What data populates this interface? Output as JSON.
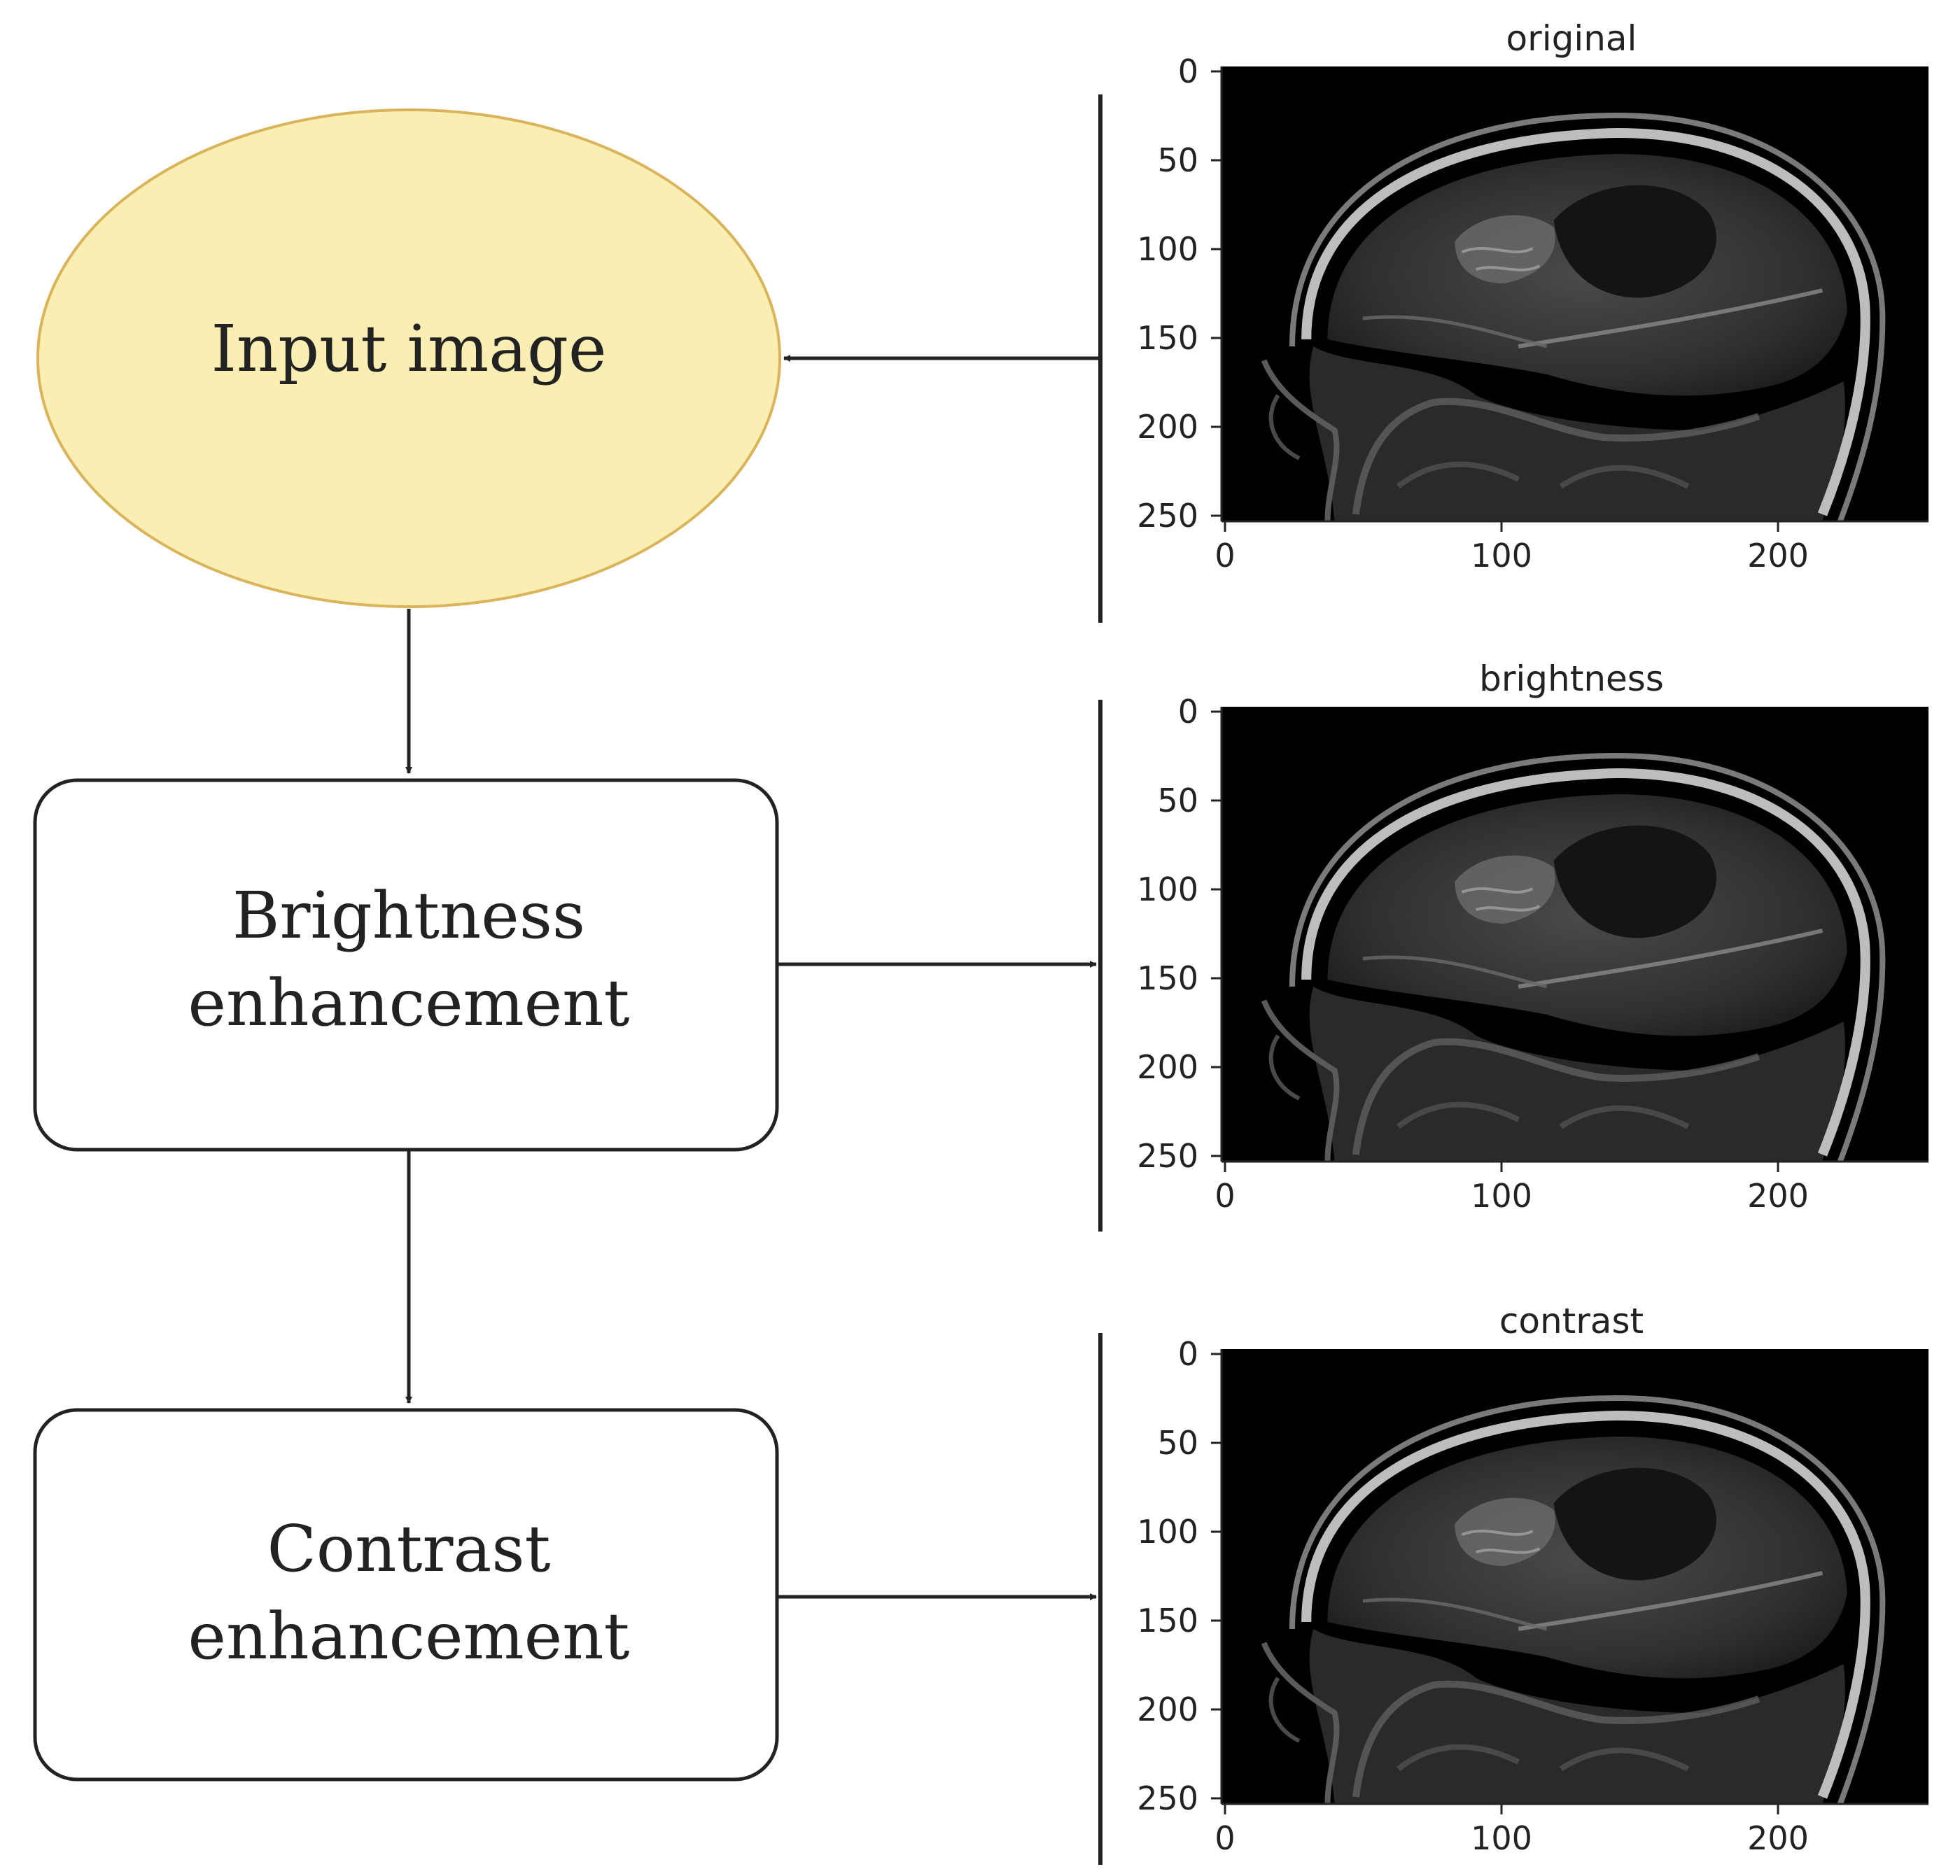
{
  "flow": {
    "nodes": [
      {
        "id": "input",
        "shape": "ellipse",
        "lines": [
          "Input image"
        ],
        "fill": "#fbeeb3",
        "stroke": "#d9b45a"
      },
      {
        "id": "brightness",
        "shape": "rounded-rect",
        "lines": [
          "Brightness",
          "enhancement"
        ],
        "fill": "#ffffff",
        "stroke": "#222222"
      },
      {
        "id": "contrast",
        "shape": "rounded-rect",
        "lines": [
          "Contrast",
          "enhancement"
        ],
        "fill": "#ffffff",
        "stroke": "#222222"
      }
    ]
  },
  "panels": [
    {
      "id": "original",
      "title": "original",
      "yticks": [
        "0",
        "50",
        "100",
        "150",
        "200",
        "250"
      ],
      "xticks": [
        "0",
        "100",
        "200"
      ]
    },
    {
      "id": "brightness",
      "title": "brightness",
      "yticks": [
        "0",
        "50",
        "100",
        "150",
        "200",
        "250"
      ],
      "xticks": [
        "0",
        "100",
        "200"
      ]
    },
    {
      "id": "contrast",
      "title": "contrast",
      "yticks": [
        "0",
        "50",
        "100",
        "150",
        "200",
        "250"
      ],
      "xticks": [
        "0",
        "100",
        "200"
      ]
    }
  ],
  "colors": {
    "line": "#222222",
    "image_bg": "#000000"
  }
}
